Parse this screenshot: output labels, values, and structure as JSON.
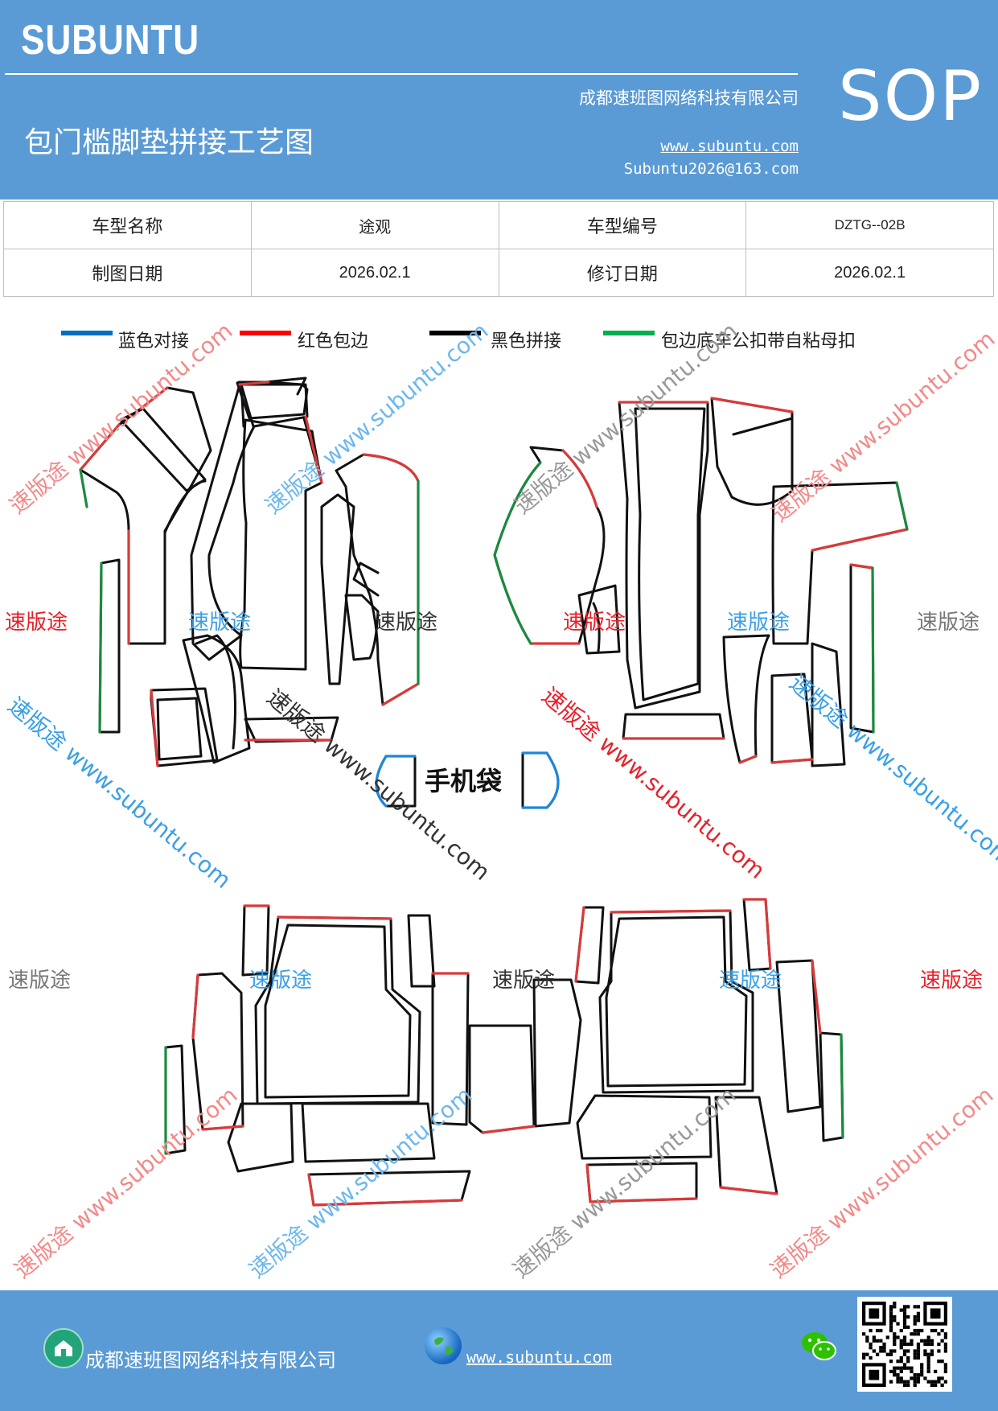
{
  "header": {
    "brand": "SUBUNTU",
    "doc_code": "SOP",
    "title": "包门槛脚垫拼接工艺图",
    "company": "成都速班图网络科技有限公司",
    "website": "www.subuntu.com",
    "email": "Subuntu2026@163.com"
  },
  "info_table": {
    "rows": [
      [
        {
          "label": "车型名称",
          "value": "途观"
        },
        {
          "label": "车型编号",
          "value": "DZTG--02B"
        }
      ],
      [
        {
          "label": "制图日期",
          "value": "2026.02.1"
        },
        {
          "label": "修订日期",
          "value": "2026.02.1"
        }
      ]
    ]
  },
  "legend": [
    {
      "label": "蓝色对接",
      "color": "#0070c0"
    },
    {
      "label": "红色包边",
      "color": "#ff0000"
    },
    {
      "label": "黑色拼接",
      "color": "#000000"
    },
    {
      "label": "包边底车公扣带自粘母扣",
      "color": "#00b050"
    }
  ],
  "diagram": {
    "phone_pocket_label": "手机袋",
    "watermark_brand": "速版途",
    "watermark_diag_a": "速版途 www.subuntu.com",
    "watermark_diag_b": "速版途 www.subuntu.com"
  },
  "footer": {
    "company": "成都速班图网络科技有限公司",
    "website": "www.subuntu.com"
  },
  "colors": {
    "header_bg": "#5b9bd5",
    "edge_red": "#d83a3a",
    "edge_green": "#1b8a3e",
    "edge_blue": "#1f86d9",
    "edge_black": "#111111"
  }
}
